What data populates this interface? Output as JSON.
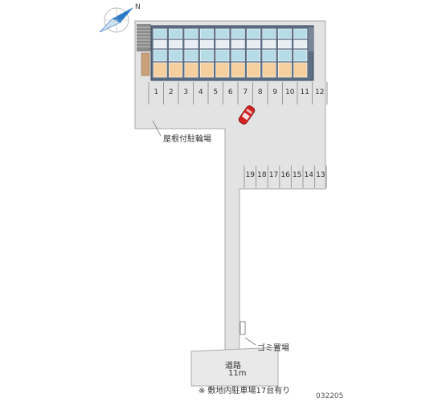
{
  "map": {
    "north_label": "N",
    "bike_parking_label": "屋根付駐輪場",
    "garbage_label": "ゴミ置場",
    "road_name": "道路",
    "road_width": "11m",
    "note": "※ 敷地内駐車場17台有り",
    "code": "032205",
    "upper_spaces": [
      "1",
      "2",
      "3",
      "4",
      "5",
      "6",
      "7",
      "8",
      "9",
      "10",
      "11",
      "12"
    ],
    "lower_spaces": [
      "19",
      "18",
      "17",
      "16",
      "15",
      "14",
      "13"
    ],
    "colors": {
      "ground": "#e3e3e3",
      "building": "#5d6f85",
      "unit_blue": "#b6dce8",
      "unit_orange": "#f5cf9d",
      "car": "#d42020",
      "road": "#e9e9e9"
    }
  }
}
